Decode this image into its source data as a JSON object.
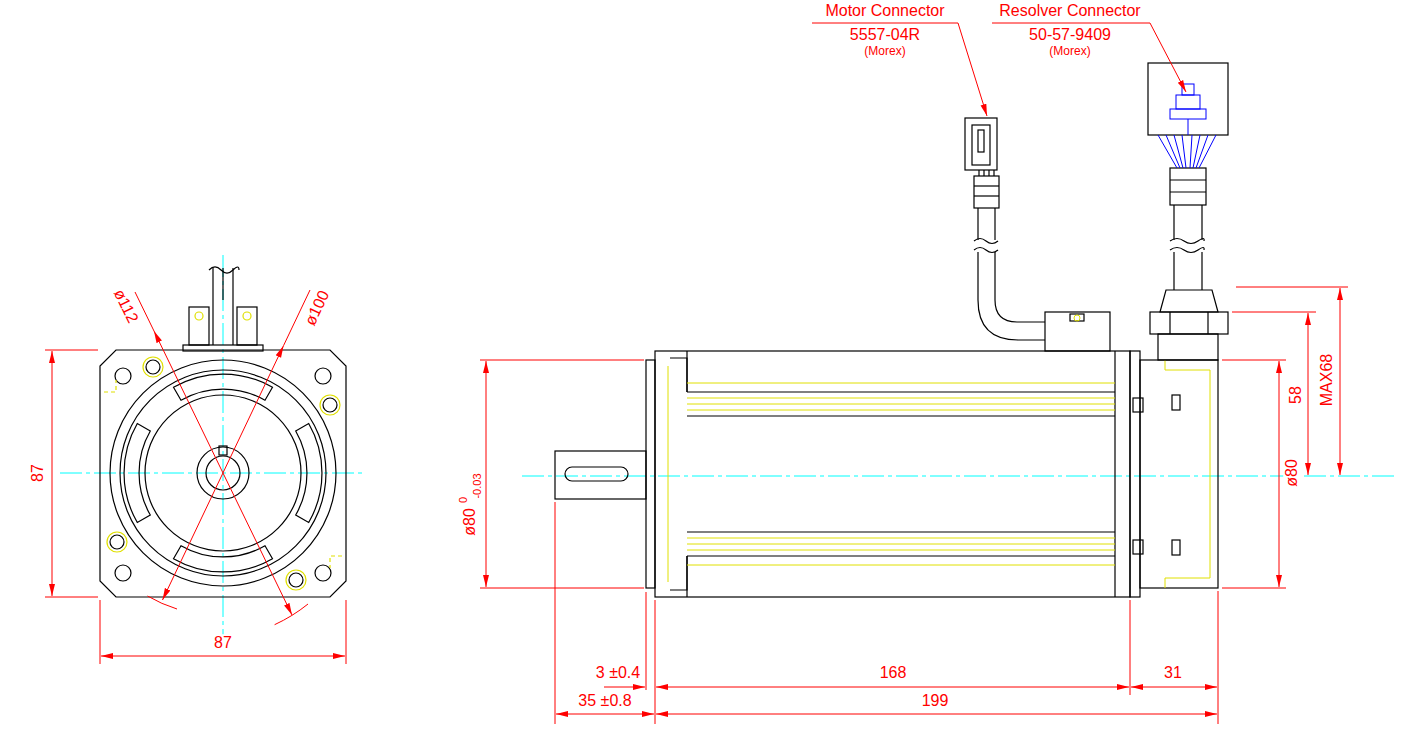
{
  "diagram": {
    "labels": [
      "Motor Connector",
      "5557-04R",
      "(Morex)",
      "Resolver Connector",
      "50-57-9409",
      "(Morex)",
      "ø112",
      "ø100",
      "87",
      "87",
      "ø80",
      "0",
      "-0.03",
      "ø80",
      "58",
      "MAX68",
      "3 ±0.4",
      "168",
      "31",
      "35 ±0.8",
      "199"
    ]
  }
}
